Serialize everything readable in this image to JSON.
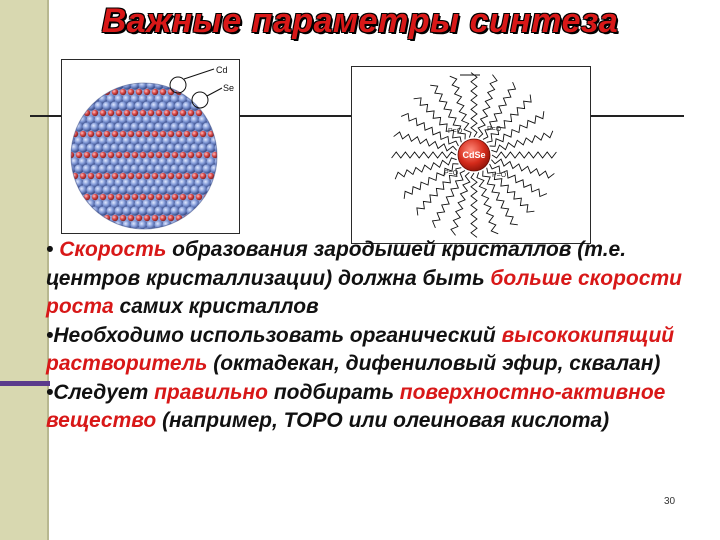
{
  "slide": {
    "title": "Важные параметры синтеза",
    "page_number": "30",
    "left_figure": {
      "label_cd": "Cd",
      "label_se": "Se"
    },
    "right_figure": {
      "core_label": "CdSe",
      "ligand_labels": [
        "P=O",
        "P=O",
        "P=O",
        "P=O"
      ]
    },
    "bullets": [
      {
        "b": "• ",
        "p1": "Скорость",
        "p2": " образования зародышей кристаллов (т.е. центров кристаллизации) должна быть ",
        "p3": "больше скорости роста",
        "p4": " самих кристаллов"
      },
      {
        "b": "•",
        "p1": "Необходимо использовать органический ",
        "p2": "высококипящий растворитель",
        "p3": " (октадекан, дифениловый эфир, сквалан)"
      },
      {
        "b": "•",
        "p1": "Следует ",
        "p2": "правильно",
        "p3": " подбирать ",
        "p4": "поверхностно-активное вещество",
        "p5": " (например, TOPO или олеиновая кислота)"
      }
    ]
  }
}
